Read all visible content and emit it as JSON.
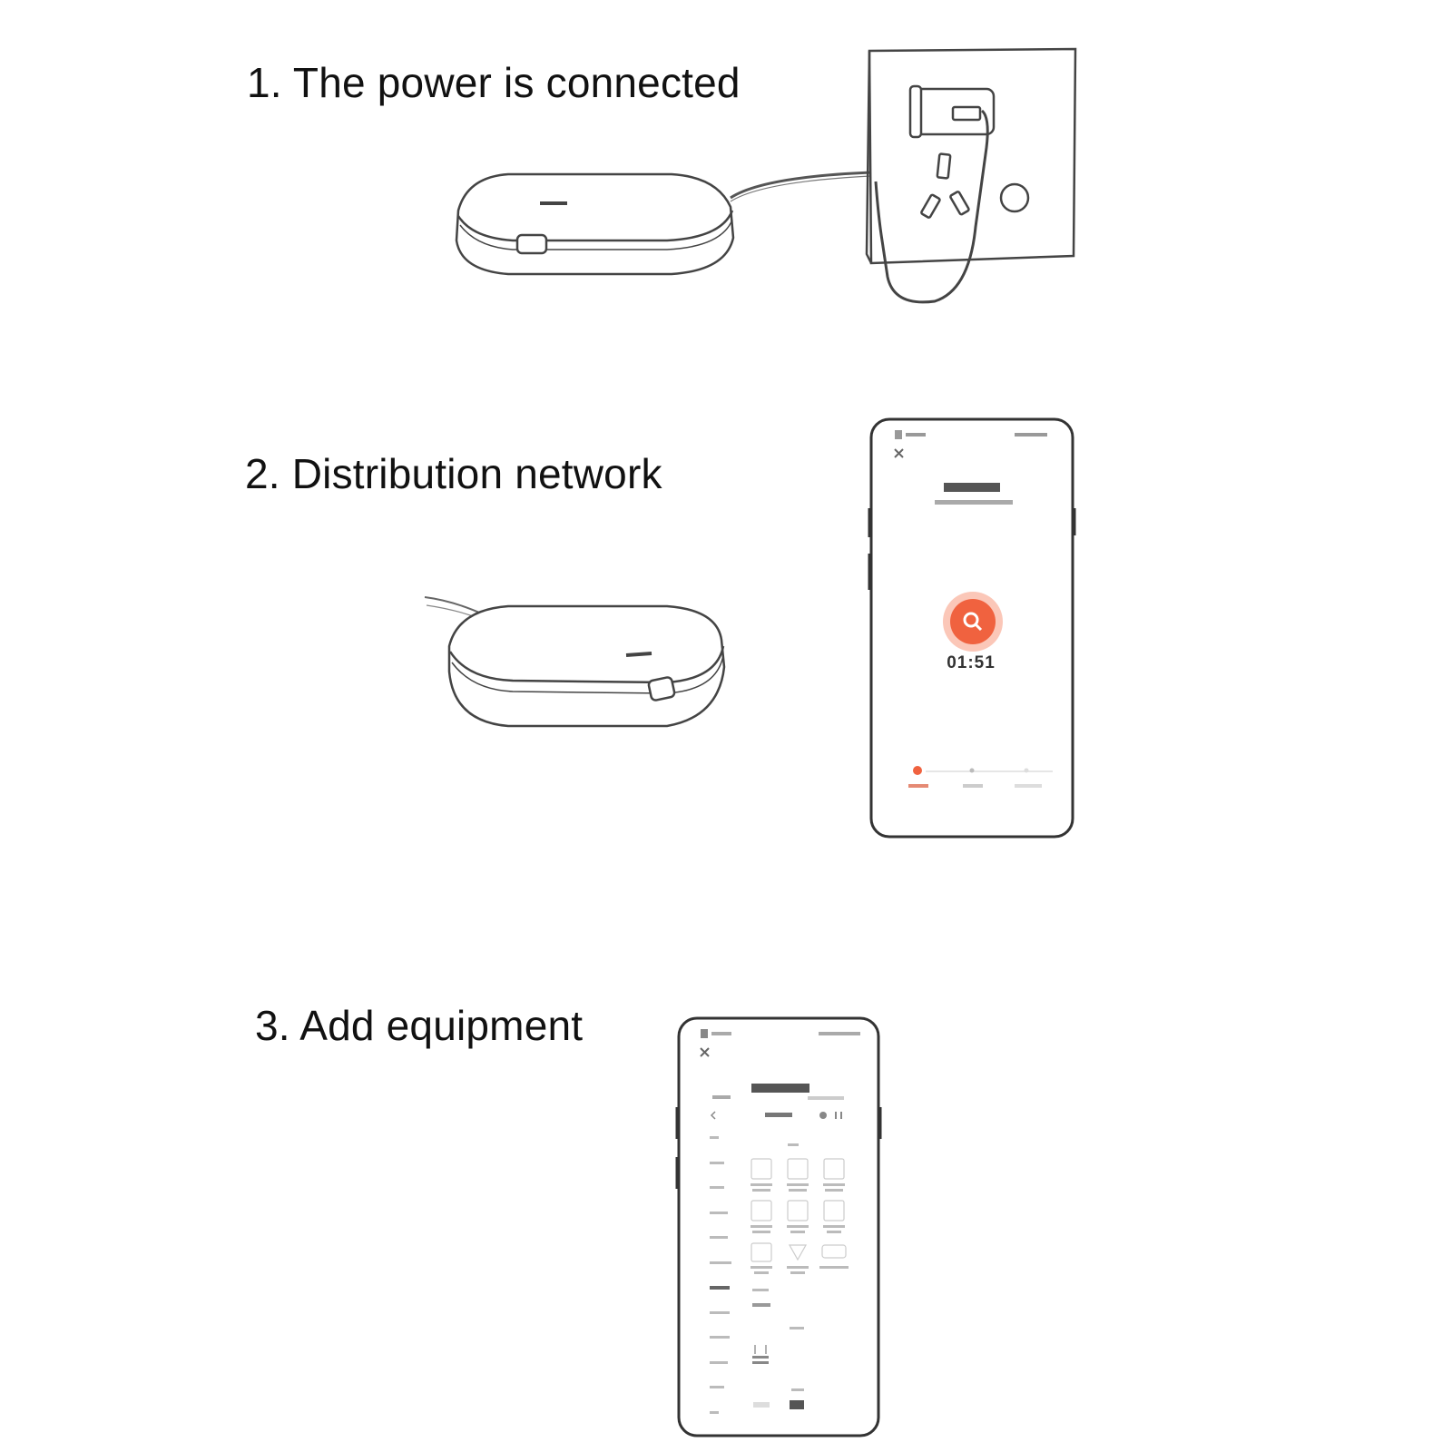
{
  "steps": [
    {
      "label": "1. The power is connected"
    },
    {
      "label": "2. Distribution network"
    },
    {
      "label": "3. Add equipment"
    }
  ],
  "phone_screen": {
    "timer": "01:51",
    "accent_color": "#f0623f",
    "search_icon": "search-icon"
  },
  "colors": {
    "line": "#444444",
    "accent": "#f0623f"
  }
}
